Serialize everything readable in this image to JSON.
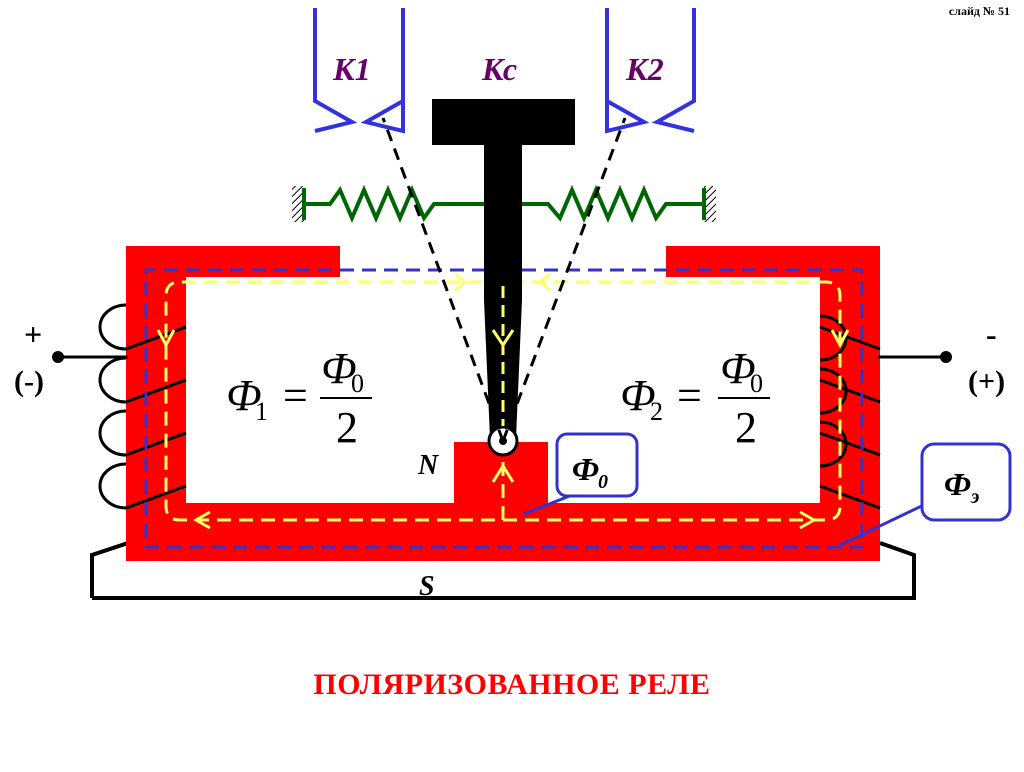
{
  "slide": {
    "number_label": "слайд № 51"
  },
  "caption": "ПОЛЯРИЗОВАННОЕ РЕЛЕ",
  "contacts": {
    "k1": "К1",
    "kc": "Кс",
    "k2": "К2"
  },
  "terminals": {
    "left_top": "+",
    "left_bottom": "(-)",
    "right_top": "-",
    "right_bottom": "(+)"
  },
  "poles": {
    "north": "N",
    "south": "S"
  },
  "formulas": {
    "left": {
      "lhs": "Ф",
      "lhs_sub": "1",
      "eq": "=",
      "num": "Ф",
      "num_sub": "0",
      "den": "2"
    },
    "right": {
      "lhs": "Ф",
      "lhs_sub": "2",
      "eq": "=",
      "num": "Ф",
      "num_sub": "0",
      "den": "2"
    }
  },
  "callouts": {
    "phi0": {
      "main": "Ф",
      "sub": "0"
    },
    "phie": {
      "main": "Ф",
      "sub": "э"
    }
  },
  "colors": {
    "core": "#ff0000",
    "contact_lines": "#3333dd",
    "spring": "#006600",
    "flux_permanent": "#ffff66",
    "flux_electric": "#3333cc",
    "armature": "#000000",
    "caption": "#ff0000",
    "contact_text": "#660066"
  }
}
